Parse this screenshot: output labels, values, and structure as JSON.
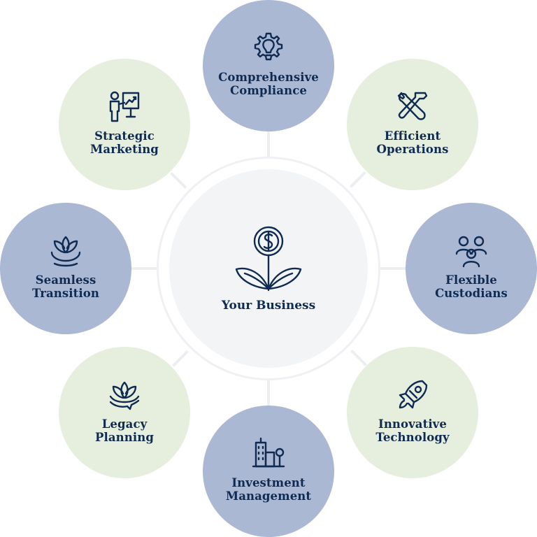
{
  "colors": {
    "navy": "#0f2b52",
    "blue_node": "#aab8d4",
    "green_node": "#e6efdd",
    "hub": "#f3f4f6",
    "ring": "#eef0f3"
  },
  "center": {
    "label": "Your Business",
    "icon": "money-plant-icon"
  },
  "nodes": [
    {
      "label": "Comprehensive\nCompliance",
      "icon": "gear-lightbulb-icon"
    },
    {
      "label": "Efficient\nOperations",
      "icon": "wrench-hammer-icon"
    },
    {
      "label": "Flexible\nCustodians",
      "icon": "people-group-icon"
    },
    {
      "label": "Innovative\nTechnology",
      "icon": "rocket-icon"
    },
    {
      "label": "Investment\nManagement",
      "icon": "city-building-icon"
    },
    {
      "label": "Legacy\nPlanning",
      "icon": "lotus-ribbon-icon"
    },
    {
      "label": "Seamless\nTransition",
      "icon": "lotus-water-icon"
    },
    {
      "label": "Strategic\nMarketing",
      "icon": "presenter-chart-icon"
    }
  ]
}
